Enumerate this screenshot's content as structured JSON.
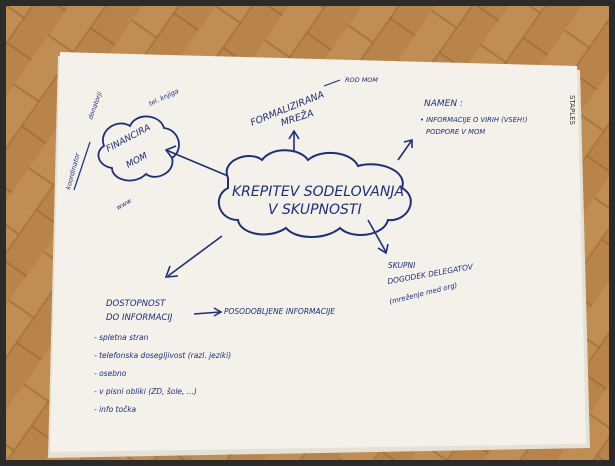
{
  "colors": {
    "floor": "#b9844a",
    "floor_dark": "#8f5f30",
    "paper": "#f3f1ea",
    "ink": "#1c2f7a",
    "frame": "#2b2b2b"
  },
  "center": {
    "line1": "KREPITEV SODELOVANJA",
    "line2": "V SKUPNOSTI"
  },
  "top_left_cloud": {
    "line1": "FINANCIRA",
    "line2": "MOM"
  },
  "top_left_labels": {
    "a": "koordinator",
    "b": "donatorji",
    "c": "tel. knjiga",
    "d": "www"
  },
  "top_middle": {
    "line1": "FORMALIZIRANA",
    "line2": "MREŽA",
    "side": "ROD MOM"
  },
  "top_right": {
    "title": "NAMEN :",
    "line1": "• INFORMACIJE O VIRIH (VSEH!)",
    "line2": "PODPORE V MOM"
  },
  "bottom_right": {
    "line1": "SKUPNI",
    "line2": "DOGODEK DELEGATOV",
    "line3": "(mreženje med org)"
  },
  "bottom_left": {
    "title1": "DOSTOPNOST",
    "title2": "DO INFORMACIJ",
    "arrow_target": "POSODOBLJENE INFORMACIJE",
    "items": [
      "- spletna stran",
      "- telefonska dosegljivost (razl. jeziki)",
      "- osebno",
      "- v pisni obliki (ZD, šole, ...)",
      "- info točka"
    ]
  },
  "brand": "STAPLES"
}
